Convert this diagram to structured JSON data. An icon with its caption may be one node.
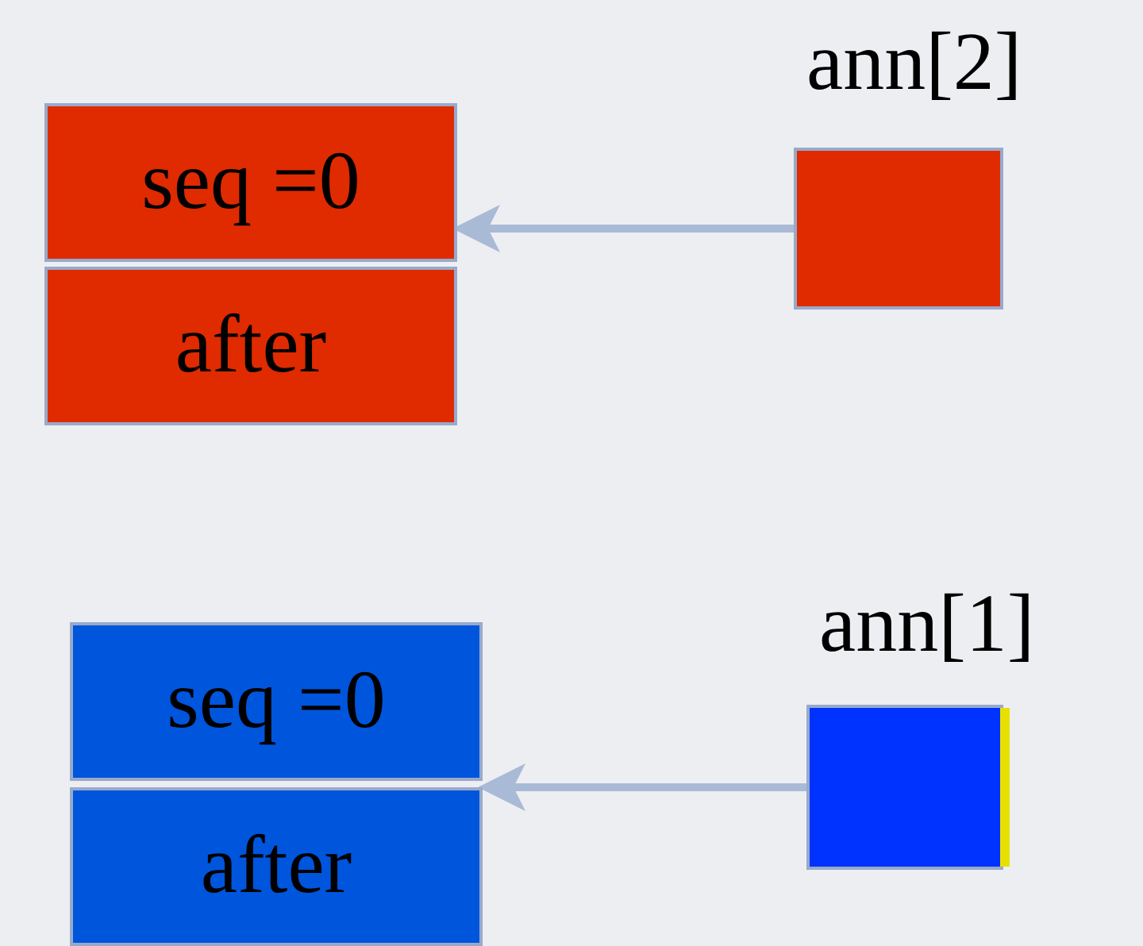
{
  "diagram": {
    "nodes": [
      {
        "text": [
          "seq =0"
        ]
      },
      {
        "text": [
          "after"
        ]
      },
      {
        "text": [],
        "shape": "box",
        "beside": [
          "ann[2]"
        ]
      },
      {
        "text": [
          "seq =0"
        ]
      },
      {
        "text": [
          "after"
        ]
      },
      {
        "text": [],
        "shape": "box",
        "beside": [
          "ann[1]"
        ]
      }
    ],
    "edges": [
      {
        "from": 2,
        "to": 0,
        "arrow": "to"
      },
      {
        "from": 5,
        "to": 3,
        "arrow": "to"
      }
    ]
  }
}
